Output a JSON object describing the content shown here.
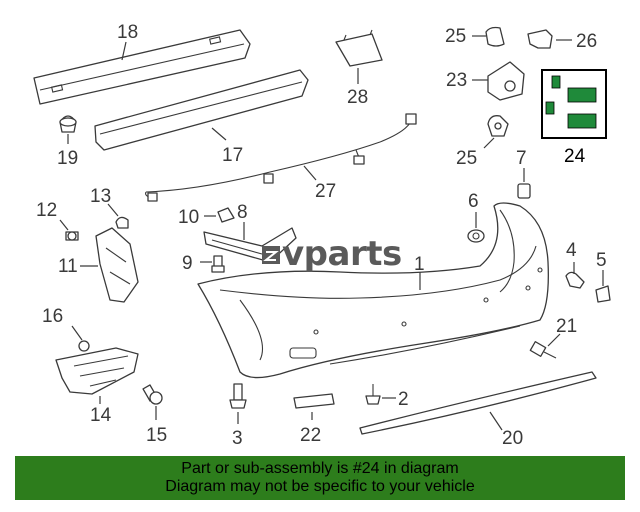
{
  "watermark": "vparts",
  "highlighted_callout": "24",
  "callouts": [
    "1",
    "2",
    "3",
    "4",
    "5",
    "6",
    "7",
    "8",
    "9",
    "10",
    "11",
    "12",
    "13",
    "14",
    "15",
    "16",
    "17",
    "18",
    "19",
    "20",
    "21",
    "22",
    "23",
    "24",
    "25",
    "25",
    "26",
    "27",
    "28"
  ],
  "banner": {
    "line1": "Part or sub-assembly is #24 in diagram",
    "line2": "Diagram may not be specific to your vehicle"
  },
  "colors": {
    "banner": "#2d7d1c",
    "highlight_part": "#1f8a3a",
    "line": "#3a3a3a"
  }
}
